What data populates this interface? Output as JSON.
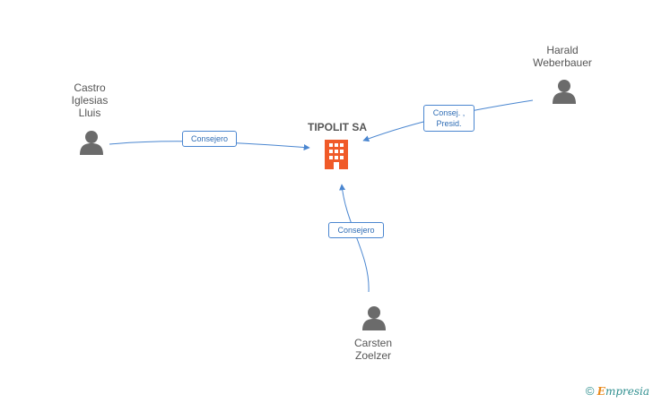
{
  "company": {
    "name": "TIPOLIT SA",
    "icon": "building-icon",
    "color": "#f05a28"
  },
  "persons": [
    {
      "id": "castro",
      "name": "Castro\nIglesias\nLluis",
      "icon": "person-icon"
    },
    {
      "id": "harald",
      "name": "Harald\nWeberbauer",
      "icon": "person-icon"
    },
    {
      "id": "carsten",
      "name": "Carsten\nZoelzer",
      "icon": "person-icon"
    }
  ],
  "edges": [
    {
      "from": "castro",
      "label": "Consejero"
    },
    {
      "from": "harald",
      "label": "Consej. ,\nPresid."
    },
    {
      "from": "carsten",
      "label": "Consejero"
    }
  ],
  "colors": {
    "edge": "#4a86d0",
    "person": "#6b6b6b"
  },
  "footer": {
    "copyright_symbol": "©",
    "brand_initial": "E",
    "brand_rest": "mpresia"
  }
}
